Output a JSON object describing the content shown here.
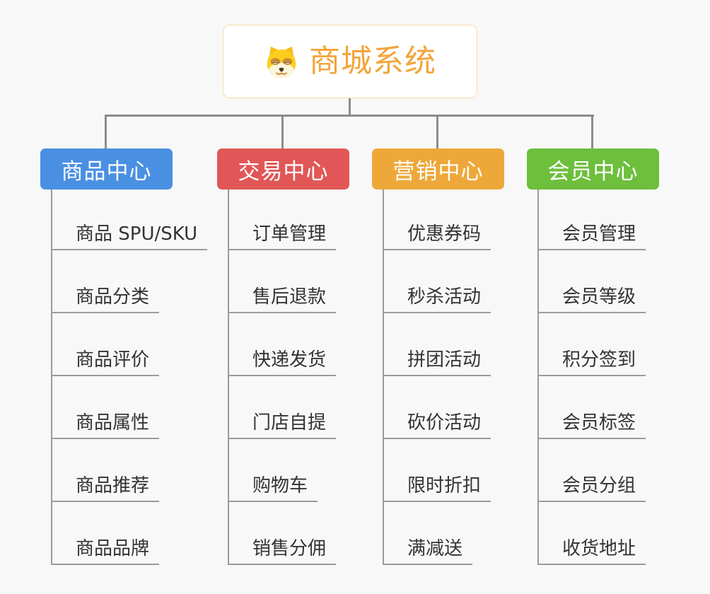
{
  "root": {
    "title": "商城系统",
    "icon": "shiba-dog-icon",
    "accent_color": "#f2a53a",
    "border_color": "#f2b64f"
  },
  "branches": [
    {
      "label": "商品中心",
      "color": "#4a90e2",
      "items": [
        "商品 SPU/SKU",
        "商品分类",
        "商品评价",
        "商品属性",
        "商品推荐",
        "商品品牌"
      ]
    },
    {
      "label": "交易中心",
      "color": "#e15757",
      "items": [
        "订单管理",
        "售后退款",
        "快递发货",
        "门店自提",
        "购物车",
        "销售分佣"
      ]
    },
    {
      "label": "营销中心",
      "color": "#eea83a",
      "items": [
        "优惠券码",
        "秒杀活动",
        "拼团活动",
        "砍价活动",
        "限时折扣",
        "满减送"
      ]
    },
    {
      "label": "会员中心",
      "color": "#6dbf3c",
      "items": [
        "会员管理",
        "会员等级",
        "积分签到",
        "会员标签",
        "会员分组",
        "收货地址"
      ]
    }
  ],
  "colors": {
    "connector": "#8c8c8c",
    "leaf_line": "#9b9b9b",
    "background": "#f8f8f8"
  }
}
